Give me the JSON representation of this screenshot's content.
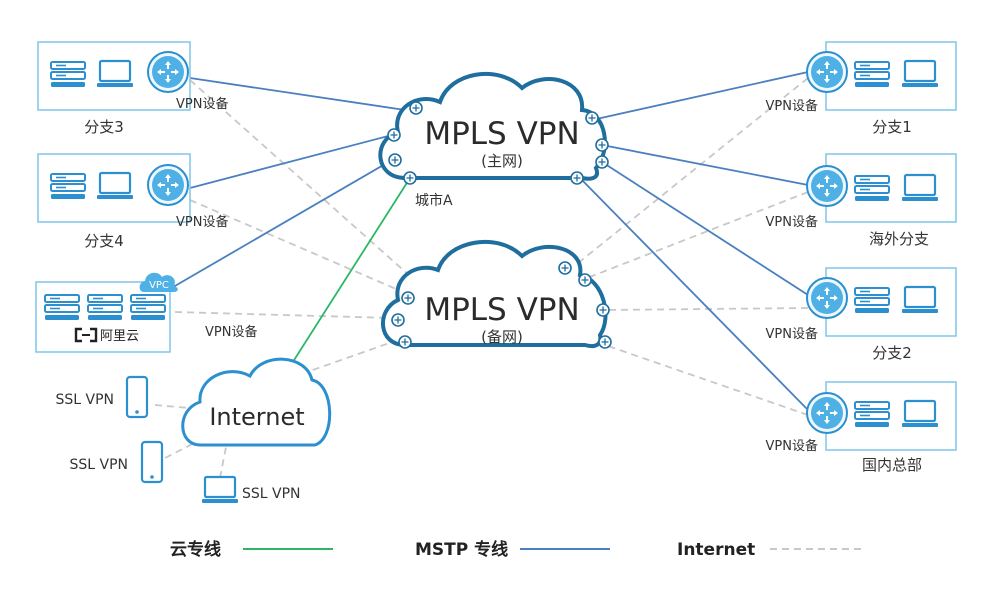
{
  "colors": {
    "cloud_line": "#1d8ac8",
    "device_blue": "#2c8fd0",
    "router_fill": "#4fb0e6",
    "box_border": "#7fc6ec",
    "cloud_dark": "#1f6e9e",
    "mstp": "#4a7fc0",
    "cloud_green": "#2bb866",
    "internet_gray": "#c8c8c8"
  },
  "clouds": {
    "main": {
      "title": "MPLS VPN",
      "subtitle": "(主网)"
    },
    "backup": {
      "title": "MPLS VPN",
      "subtitle": "(备网)"
    },
    "internet": {
      "title": "Internet"
    }
  },
  "city_label": "城市A",
  "sites": {
    "branch3": {
      "name": "分支3",
      "device": "VPN设备"
    },
    "branch4": {
      "name": "分支4",
      "device": "VPN设备"
    },
    "aliyun": {
      "name": "阿里云",
      "badge": "VPC",
      "device": "VPN设备"
    },
    "branch1": {
      "name": "分支1",
      "device": "VPN设备"
    },
    "overseas": {
      "name": "海外分支",
      "device": "VPN设备"
    },
    "branch2": {
      "name": "分支2",
      "device": "VPN设备"
    },
    "hq": {
      "name": "国内总部",
      "device": "VPN设备"
    }
  },
  "ssl": {
    "phone1": "SSL VPN",
    "phone2": "SSL VPN",
    "laptop": "SSL VPN"
  },
  "legend": {
    "cloud_line": "云专线",
    "mstp": "MSTP 专线",
    "internet": "Internet"
  }
}
